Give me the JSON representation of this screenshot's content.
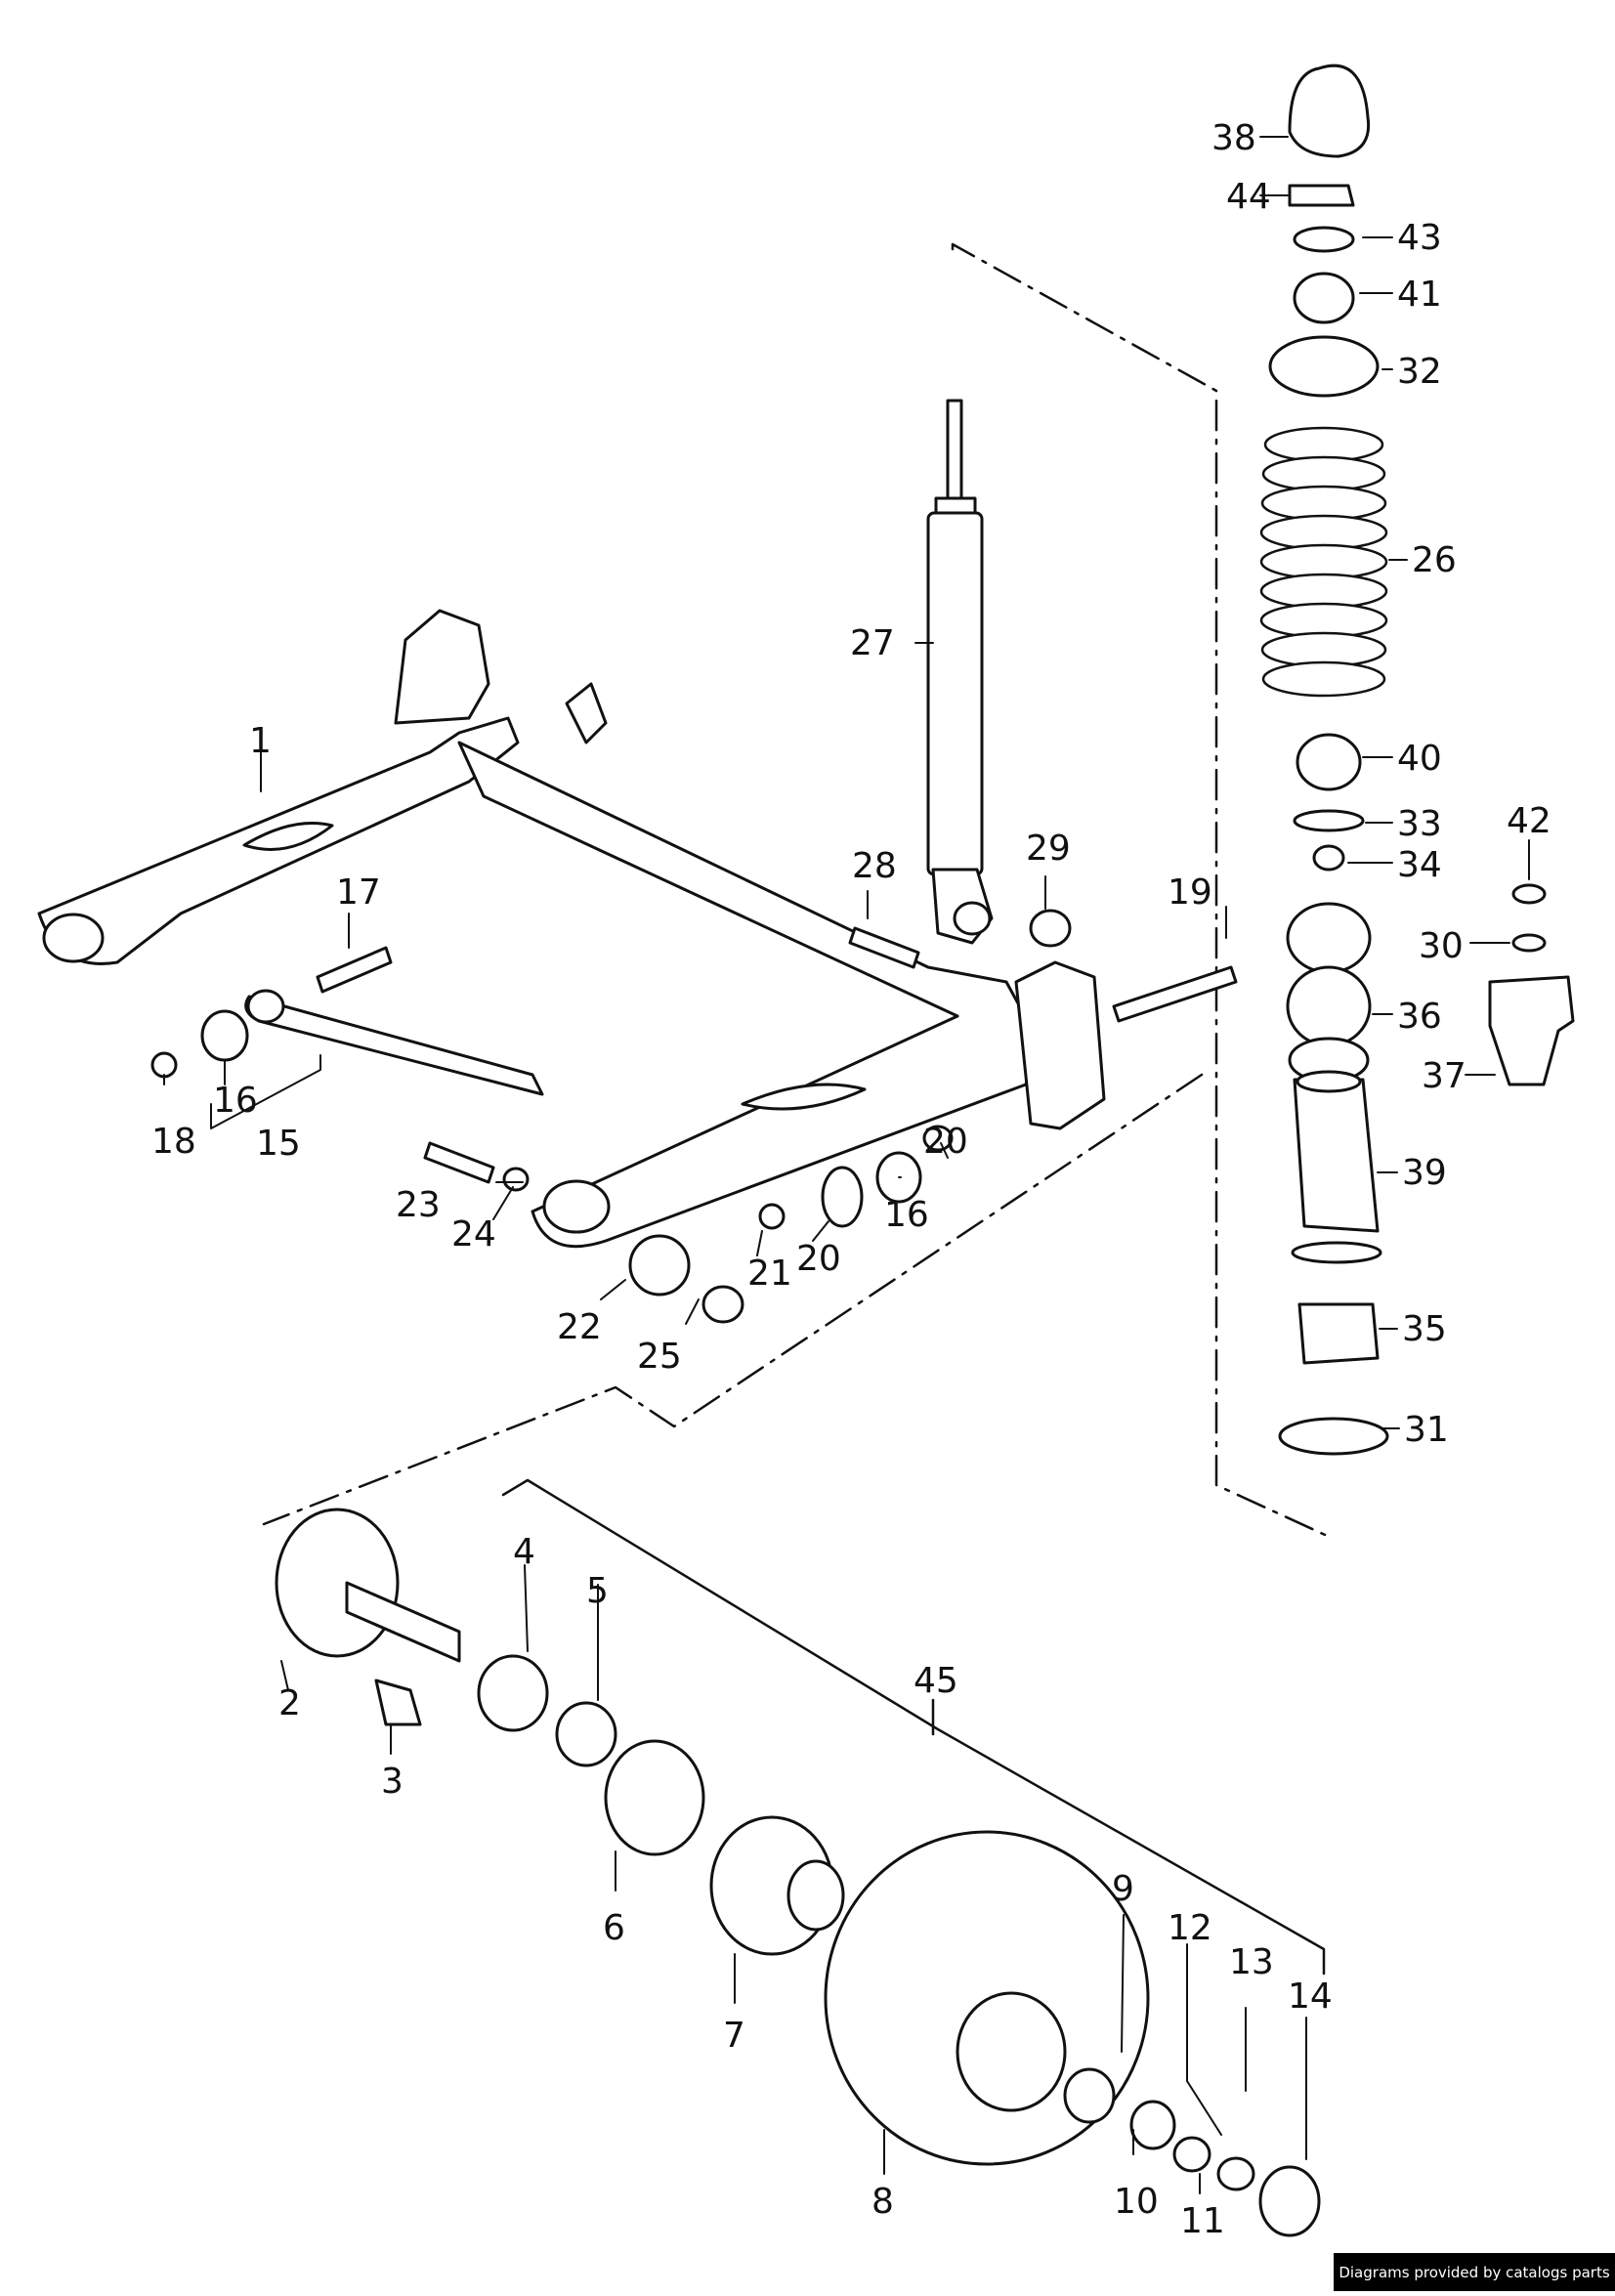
{
  "diagram": {
    "callouts": [
      "1",
      "2",
      "3",
      "4",
      "5",
      "6",
      "7",
      "8",
      "9",
      "10",
      "11",
      "12",
      "13",
      "14",
      "15",
      "16",
      "16",
      "17",
      "18",
      "19",
      "20",
      "20",
      "21",
      "22",
      "23",
      "24",
      "25",
      "26",
      "27",
      "28",
      "29",
      "30",
      "31",
      "32",
      "33",
      "34",
      "35",
      "36",
      "37",
      "38",
      "39",
      "40",
      "41",
      "42",
      "43",
      "44",
      "45"
    ]
  },
  "credit": "Diagrams provided by catalogs parts",
  "colors": {
    "line": "#111111",
    "fill": "#ffffff",
    "credit_bg": "#000000",
    "credit_fg": "#ffffff"
  }
}
